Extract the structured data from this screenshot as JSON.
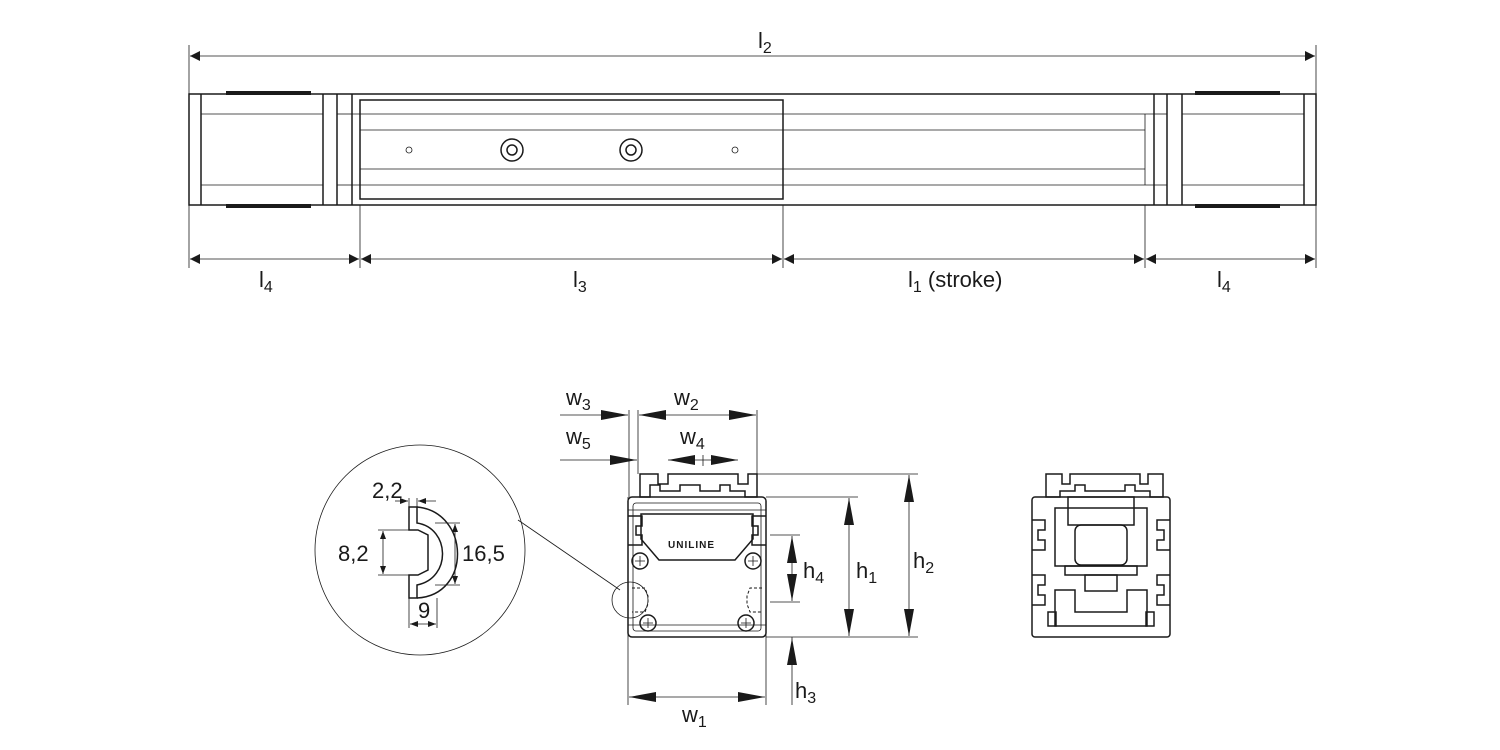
{
  "top_view": {
    "l2": {
      "main": "l",
      "sub": "2"
    },
    "l4_left": {
      "main": "l",
      "sub": "4"
    },
    "l3": {
      "main": "l",
      "sub": "3"
    },
    "l1": {
      "main": "l",
      "sub": "1",
      "suffix": " (stroke)"
    },
    "l4_right": {
      "main": "l",
      "sub": "4"
    }
  },
  "detail_view": {
    "d_2_2": "2,2",
    "d_8_2": "8,2",
    "d_16_5": "16,5",
    "d_9": "9"
  },
  "front_view": {
    "w3": {
      "main": "w",
      "sub": "3"
    },
    "w2": {
      "main": "w",
      "sub": "2"
    },
    "w5": {
      "main": "w",
      "sub": "5"
    },
    "w4": {
      "main": "w",
      "sub": "4"
    },
    "w1": {
      "main": "w",
      "sub": "1"
    },
    "h1": {
      "main": "h",
      "sub": "1"
    },
    "h2": {
      "main": "h",
      "sub": "2"
    },
    "h3": {
      "main": "h",
      "sub": "3"
    },
    "h4": {
      "main": "h",
      "sub": "4"
    },
    "logo": "UNILINE"
  }
}
